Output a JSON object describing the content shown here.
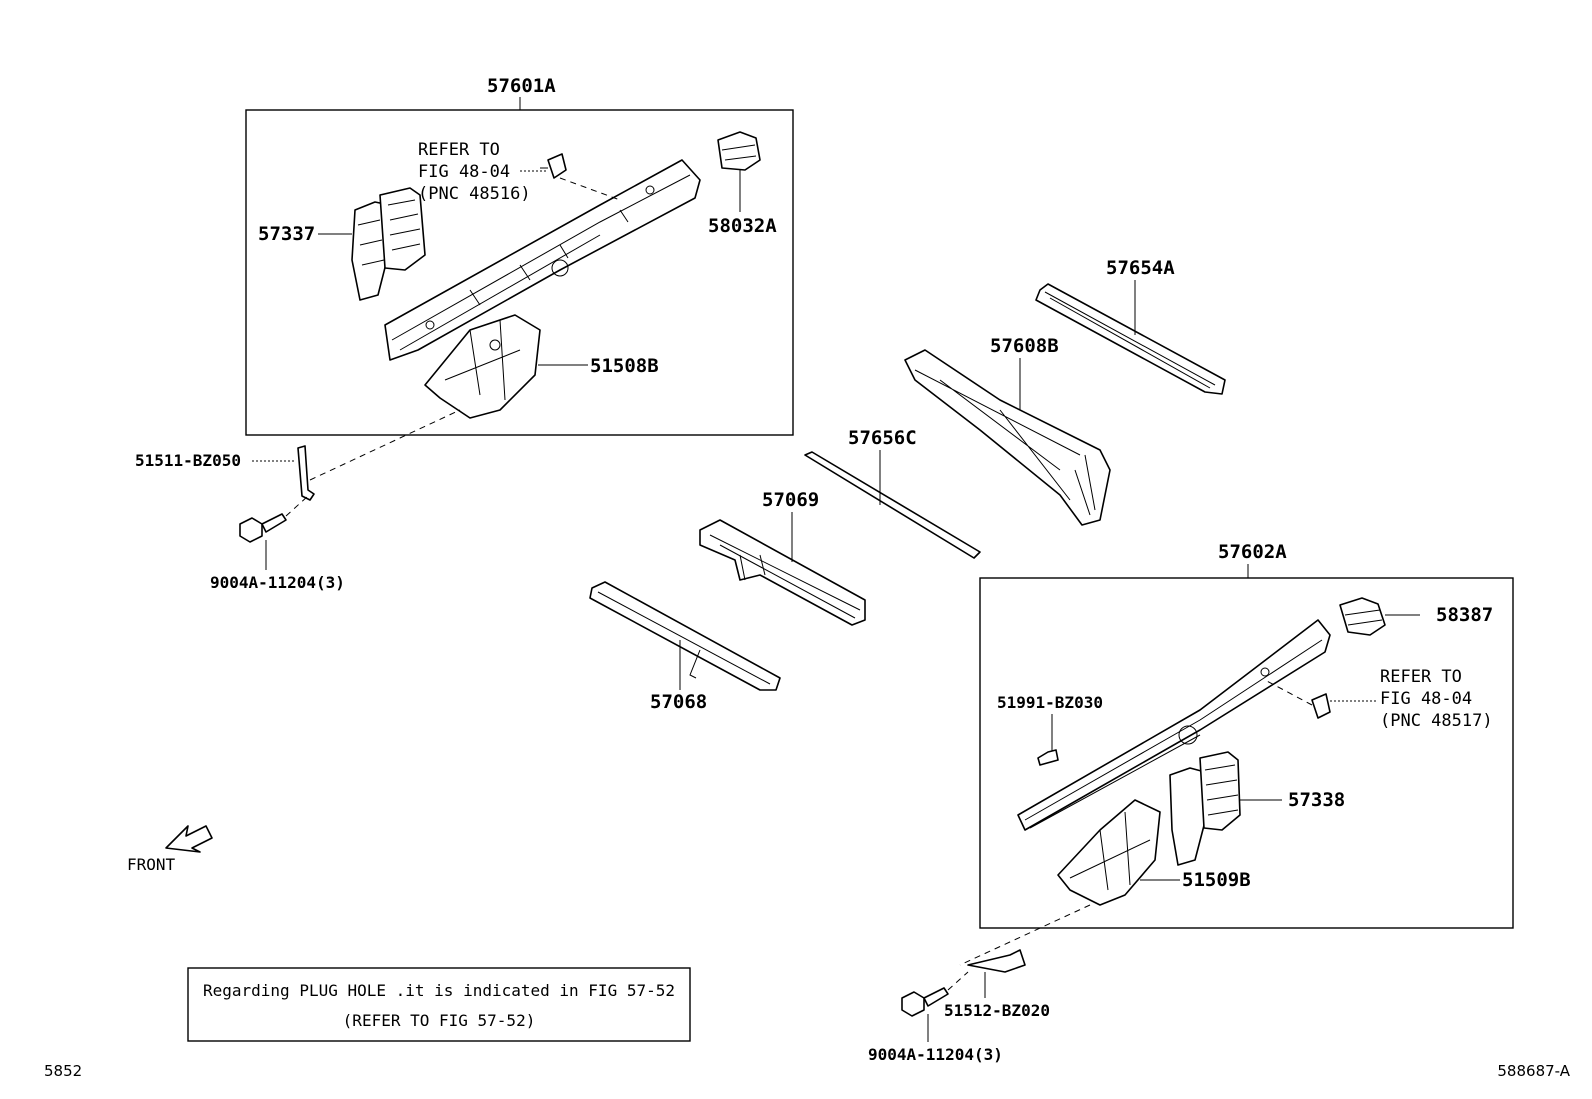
{
  "groups": {
    "left": {
      "label": "57601A"
    },
    "right": {
      "label": "57602A"
    }
  },
  "parts": {
    "p57337": "57337",
    "p58032A": "58032A",
    "p51508B": "51508B",
    "p51511": "51511-BZ050",
    "p9004A_left": "9004A-11204(3)",
    "p57654A": "57654A",
    "p57608B": "57608B",
    "p57656C": "57656C",
    "p57069": "57069",
    "p57068": "57068",
    "p58387": "58387",
    "p51991": "51991-BZ030",
    "p57338": "57338",
    "p51509B": "51509B",
    "p51512": "51512-BZ020",
    "p9004A_right": "9004A-11204(3)"
  },
  "refs": {
    "left": {
      "line1": "REFER TO",
      "line2": "FIG 48-04",
      "line3": "(PNC 48516)"
    },
    "right": {
      "line1": "REFER TO",
      "line2": "FIG 48-04",
      "line3": "(PNC 48517)"
    }
  },
  "front_label": "FRONT",
  "note": {
    "line1": "Regarding PLUG HOLE .it is indicated in FIG 57-52",
    "line2": "(REFER TO FIG 57-52)"
  },
  "corner": {
    "left": "5852",
    "right": "588687-A"
  }
}
